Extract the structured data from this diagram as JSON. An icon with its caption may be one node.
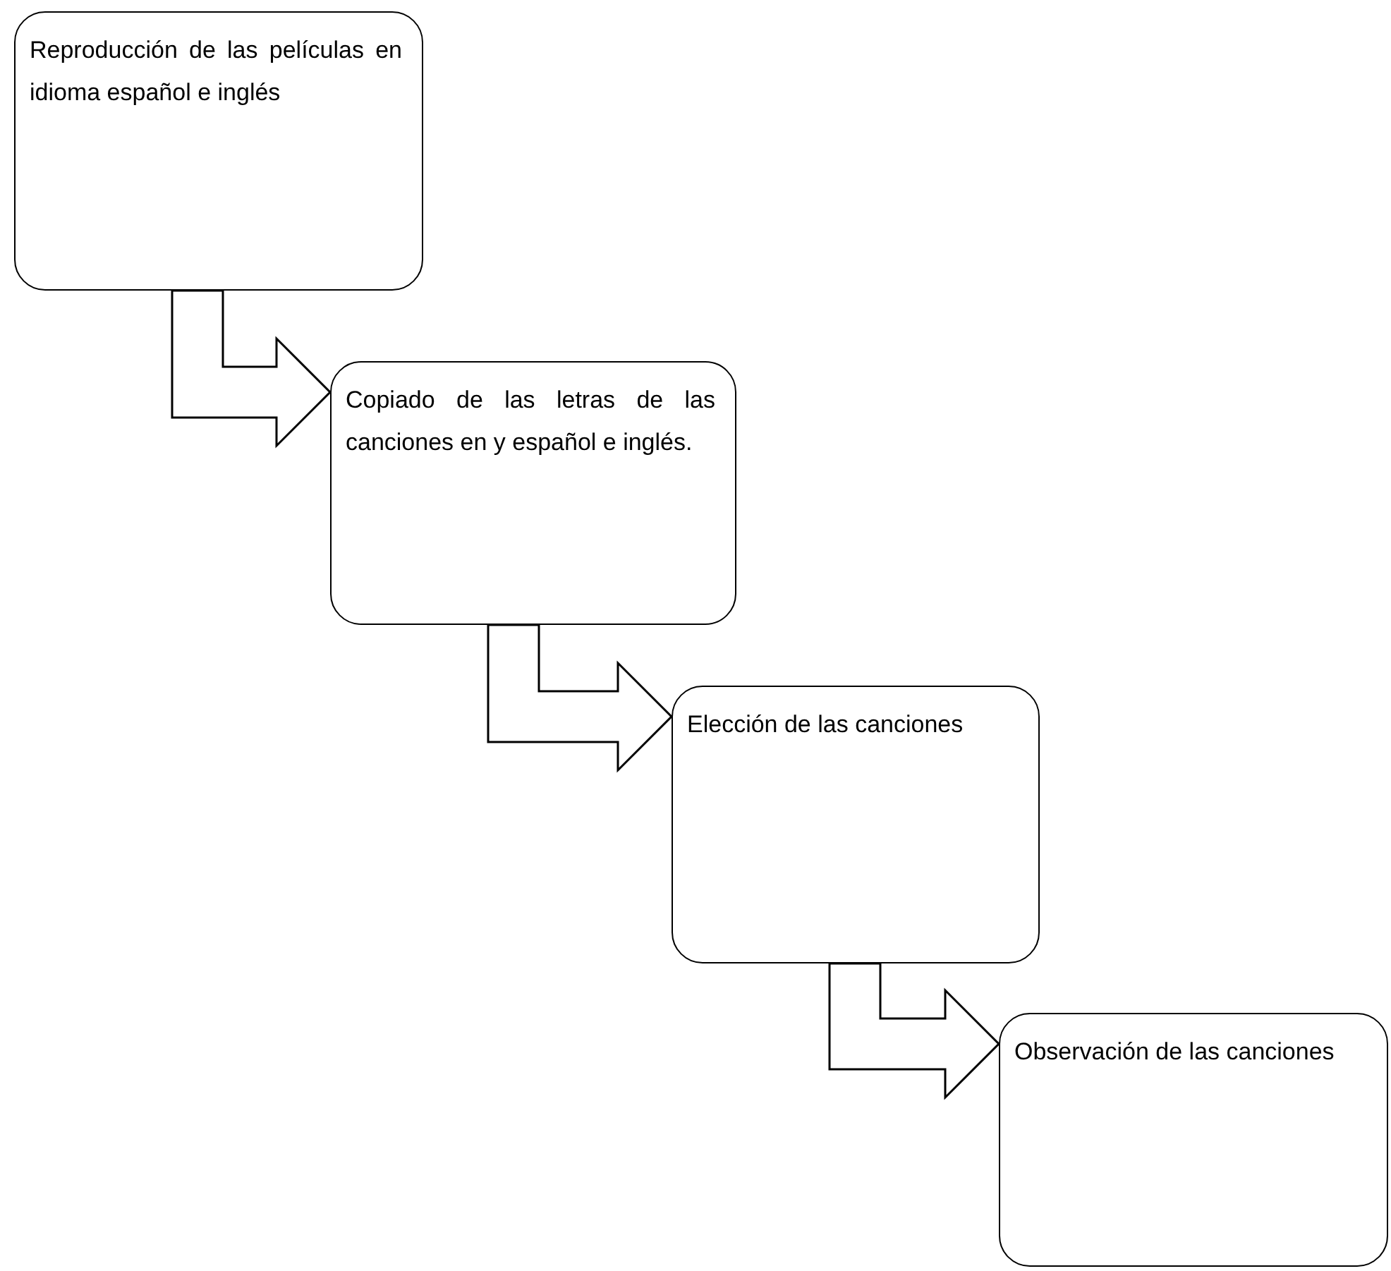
{
  "diagram": {
    "nodes": [
      {
        "text": [
          "Reproducción de las películas en idioma español e inglés"
        ]
      },
      {
        "text": [
          "Copiado de las letras de las canciones en y español e inglés."
        ]
      },
      {
        "text": [
          "Elección de las canciones"
        ]
      },
      {
        "text": [
          "Observación de las canciones"
        ]
      }
    ],
    "edges": [
      {
        "from": 0,
        "to": 1,
        "arrow": "to"
      },
      {
        "from": 1,
        "to": 2,
        "arrow": "to"
      },
      {
        "from": 2,
        "to": 3,
        "arrow": "to"
      }
    ]
  }
}
